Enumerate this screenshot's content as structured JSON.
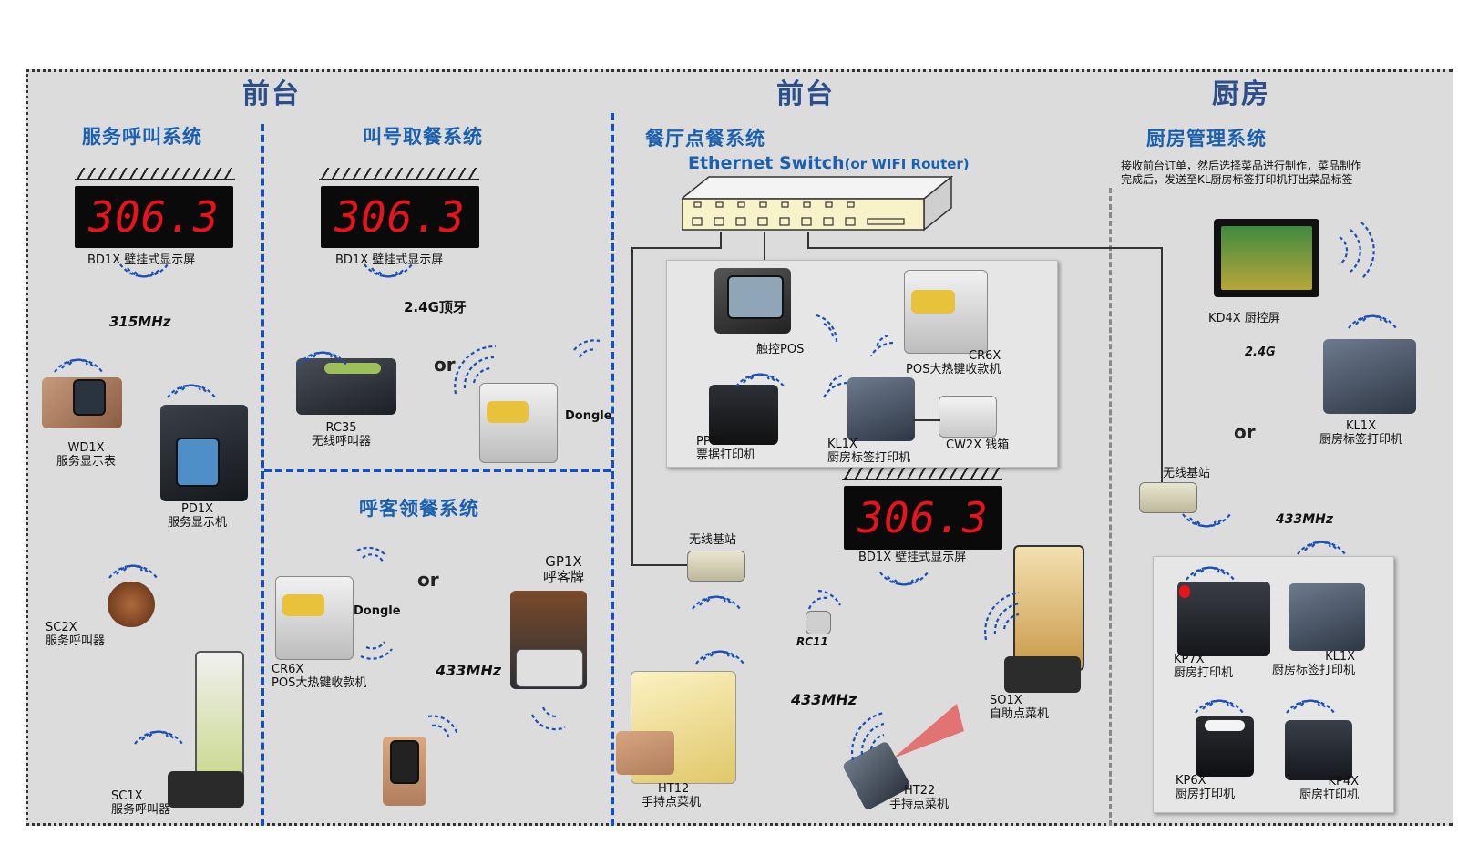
{
  "regions": {
    "front_left": "前台",
    "front_mid": "前台",
    "kitchen": "厨房"
  },
  "systems": {
    "service_call": "服务呼叫系统",
    "queue_call": "叫号取餐系统",
    "pickup_call": "呼客领餐系统",
    "ordering": "餐厅点餐系统",
    "kitchen_mgmt": "厨房管理系统"
  },
  "kitchen_note": [
    "接收前台订单，然后选择菜品进行制作，菜品制作",
    "完成后，发送至KL厨房标签打印机打出菜品标签"
  ],
  "ethernet": {
    "main": "Ethernet Switch",
    "sub": "(or WIFI  Router)"
  },
  "display_value": "306.3",
  "labels": {
    "bd1x": "BD1X 壁挂式显示屏",
    "wd1x": [
      "WD1X",
      "服务显示表"
    ],
    "pd1x": [
      "PD1X",
      "服务显示机"
    ],
    "sc2x": [
      "SC2X",
      "服务呼叫器"
    ],
    "sc1x": [
      "SC1X",
      "服务呼叫器"
    ],
    "rc35": [
      "RC35",
      "无线呼叫器"
    ],
    "dongle": "Dongle",
    "cr6x": [
      "CR6X",
      "POS大热键收款机"
    ],
    "gp1x": [
      "GP1X",
      "呼客牌"
    ],
    "touch_pos": "触控POS",
    "pp7x": [
      "PP7X",
      "票据打印机"
    ],
    "kl1x_front": [
      "KL1X",
      "厨房标签打印机"
    ],
    "cw2x": "CW2X 钱箱",
    "base_station": "无线基站",
    "rc11": "RC11",
    "ht12": [
      "HT12",
      "手持点菜机"
    ],
    "ht22": [
      "HT22",
      "手持点菜机"
    ],
    "so1x": [
      "SO1X",
      "自助点菜机"
    ],
    "kd4x": "KD4X 厨控屏",
    "kl1x": [
      "KL1X",
      "厨房标签打印机"
    ],
    "kp7x": [
      "KP7X",
      "厨房打印机"
    ],
    "kp6x": [
      "KP6X",
      "厨房打印机"
    ],
    "kp4x": [
      "KP4X",
      "厨房打印机"
    ]
  },
  "freq": {
    "f315": "315MHz",
    "f24g_top": "2.4G顶牙",
    "f433_a": "433MHz",
    "f433_b": "433MHz",
    "f433_c": "433MHz",
    "f24g": "2.4G"
  },
  "or_text": "or",
  "colors": {
    "title_blue": "#1a5fb0",
    "region_blue": "#2c4f8c",
    "digit_red": "#e8141b",
    "divider_blue": "#1a4fb8",
    "panel_bg": "#dcdcdc"
  }
}
